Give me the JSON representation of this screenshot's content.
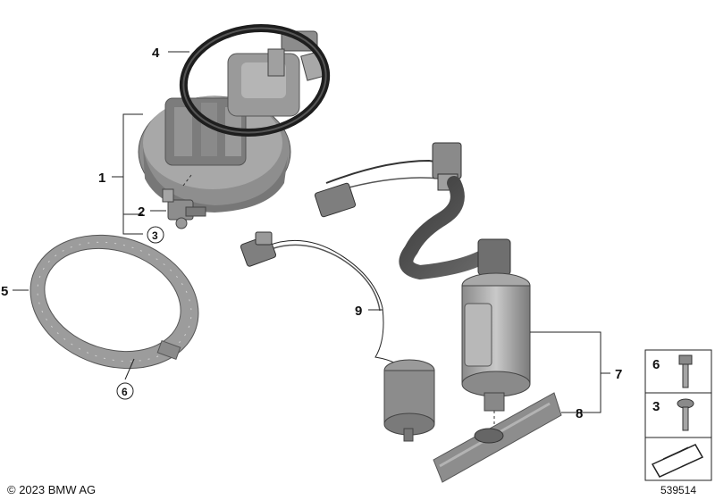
{
  "callouts": {
    "c1": "1",
    "c2": "2",
    "c3": "3",
    "c4": "4",
    "c5": "5",
    "c6": "6",
    "c7": "7",
    "c8": "8",
    "c9": "9"
  },
  "legend": {
    "row1": "6",
    "row2": "3"
  },
  "footer": {
    "copyright": "© 2023 BMW AG",
    "image_number": "539514"
  }
}
